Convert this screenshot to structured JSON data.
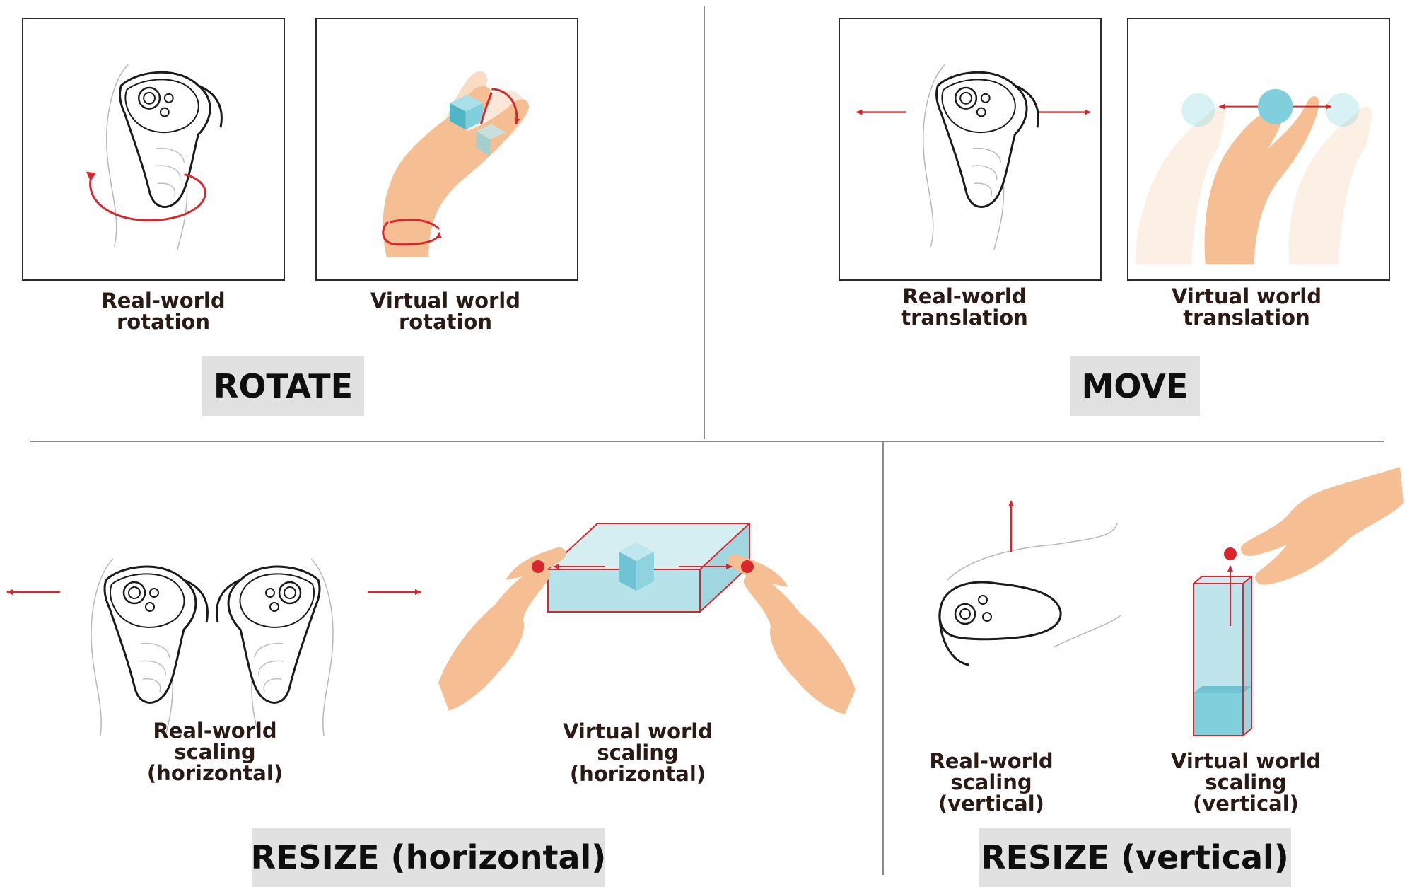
{
  "sections": {
    "rotate": {
      "title": "ROTATE",
      "real": [
        "Real-world",
        "rotation"
      ],
      "virtual": [
        "Virtual world",
        "rotation"
      ]
    },
    "move": {
      "title": "MOVE",
      "real": [
        "Real-world",
        "translation"
      ],
      "virtual": [
        "Virtual world",
        "translation"
      ]
    },
    "resize_h": {
      "title": "RESIZE (horizontal)",
      "real": [
        "Real-world",
        "scaling",
        "(horizontal)"
      ],
      "virtual": [
        "Virtual world",
        "scaling",
        "(horizontal)"
      ]
    },
    "resize_v": {
      "title": "RESIZE (vertical)",
      "real": [
        "Real-world",
        "scaling",
        "(vertical)"
      ],
      "virtual": [
        "Virtual world",
        "scaling",
        "(vertical)"
      ]
    }
  },
  "colors": {
    "arrow": "#d9262c",
    "skin": "#f5be93",
    "cube": "#7fcfdc",
    "badge_bg": "#e1e1e1",
    "divider": "#8a8a8a"
  },
  "icons": [
    "controller-icon",
    "hand-icon",
    "cube-icon",
    "sphere-icon",
    "arrow-icon"
  ]
}
